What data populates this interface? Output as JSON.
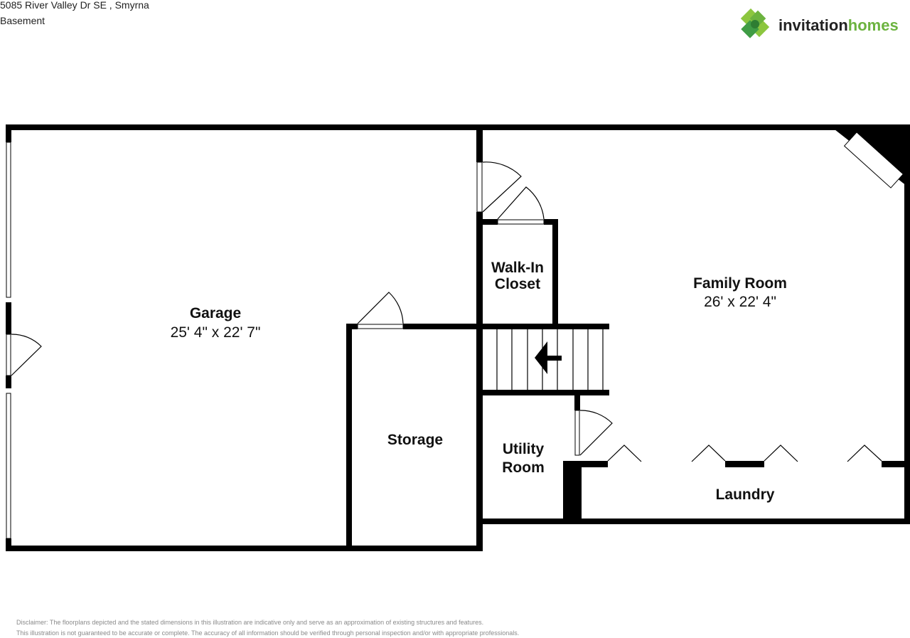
{
  "header": {
    "address": "5085 River Valley Dr SE , Smyrna",
    "level": "Basement"
  },
  "logo": {
    "text_main": "invitation",
    "text_accent": "homes",
    "colors": {
      "dark": "#222222",
      "green": "#6cb33f",
      "deep_green": "#2e8b3e"
    }
  },
  "rooms": [
    {
      "name": "Garage",
      "dims": "25' 4\" x 22' 7\""
    },
    {
      "name": "Storage",
      "dims": ""
    },
    {
      "name": "Walk-In",
      "name2": "Closet"
    },
    {
      "name": "Family Room",
      "dims": "26' x 22' 4\""
    },
    {
      "name": "Utility",
      "name2": "Room"
    },
    {
      "name": "Laundry"
    }
  ],
  "disclaimer": {
    "line1": "Disclaimer: The floorplans depicted and the stated dimensions in this illustration are indicative only and serve as an approximation of existing structures and features.",
    "line2": "This illustration is not guaranteed to be accurate or complete. The accuracy of all information should be verified through personal inspection and/or with appropriate professionals."
  }
}
